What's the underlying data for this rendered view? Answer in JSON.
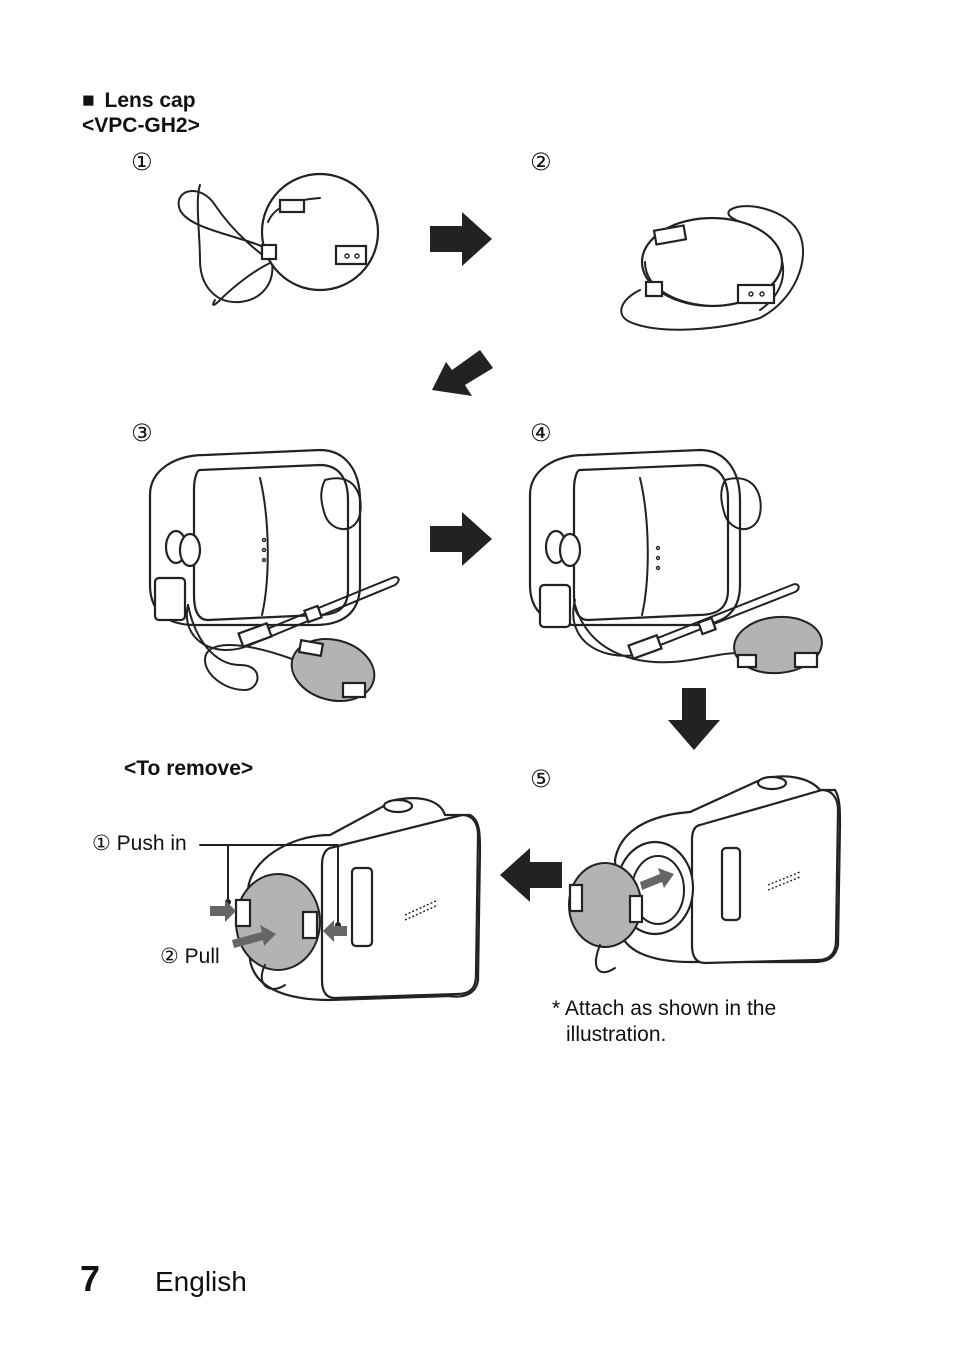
{
  "section": {
    "bullet": "■",
    "title": "Lens cap",
    "model": "<VPC-GH2>"
  },
  "steps": [
    "①",
    "②",
    "③",
    "④",
    "⑤"
  ],
  "remove": {
    "heading": "<To remove>",
    "push_num": "①",
    "push_label": "Push in",
    "pull_num": "②",
    "pull_label": "Pull"
  },
  "note": {
    "line1": "* Attach as shown in the",
    "line2": "illustration."
  },
  "footer": {
    "page_number": "7",
    "language": "English"
  },
  "colors": {
    "ink": "#222222",
    "cap_fill": "#b3b3b3",
    "arrow": "#222222",
    "hint_arrow": "#666666"
  },
  "icons": [
    "arrow-right",
    "arrow-down-left",
    "arrow-down",
    "arrow-left"
  ]
}
